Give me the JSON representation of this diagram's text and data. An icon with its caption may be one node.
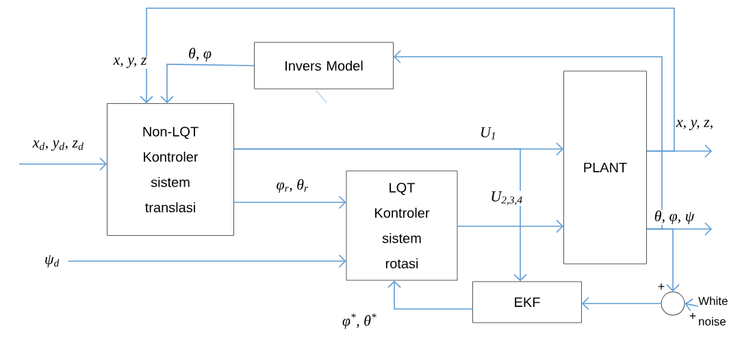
{
  "diagram": {
    "nodes": [
      {
        "text": [
          "Invers Model"
        ]
      },
      {
        "text": [
          "Non-LQT Kontroler sistem translasi"
        ]
      },
      {
        "text": [
          "LQT Kontroler sistem rotasi"
        ]
      },
      {
        "text": [
          "PLANT"
        ]
      },
      {
        "text": [
          "EKF"
        ]
      },
      {
        "text": [],
        "shape": "circle"
      },
      {
        "text": [
          "White noise"
        ]
      }
    ],
    "edges": [
      {
        "from": null,
        "to": 1,
        "arrow": "to",
        "label": "x$_{d}$, y$_{d}$, z$_{d}$"
      },
      {
        "from": null,
        "to": 2,
        "arrow": "to",
        "label": "ψ$_{d}$"
      },
      {
        "from": 1,
        "to": 3,
        "arrow": "to",
        "label": "U$_{1}$"
      },
      {
        "from": 1,
        "to": 2,
        "arrow": "to",
        "label": "φ$_{r}$, θ$_{r}$"
      },
      {
        "from": 2,
        "to": 3,
        "arrow": "to",
        "label": "U$_{2,3,4}$"
      },
      {
        "from": 3,
        "to": null,
        "arrow": "to",
        "label": "x, y, z,"
      },
      {
        "from": 3,
        "to": null,
        "arrow": "to",
        "label": "θ, φ, ψ"
      },
      {
        "from": 3,
        "to": 1,
        "arrow": "to",
        "label": "x, y, z"
      },
      {
        "from": 3,
        "to": 0,
        "arrow": "to"
      },
      {
        "from": 0,
        "to": 1,
        "arrow": "to",
        "label": "θ, φ"
      },
      {
        "from": 3,
        "to": 5,
        "arrow": "to"
      },
      {
        "from": 6,
        "to": 5,
        "arrow": "to"
      },
      {
        "from": 5,
        "to": 4,
        "arrow": "to"
      },
      {
        "from": 4,
        "to": 2,
        "arrow": "to",
        "label": "φ$^{*}$, θ$^{*}$"
      },
      {
        "from": 1,
        "to": 4,
        "arrow": "to"
      }
    ],
    "labels": [
      "+",
      "+"
    ]
  }
}
